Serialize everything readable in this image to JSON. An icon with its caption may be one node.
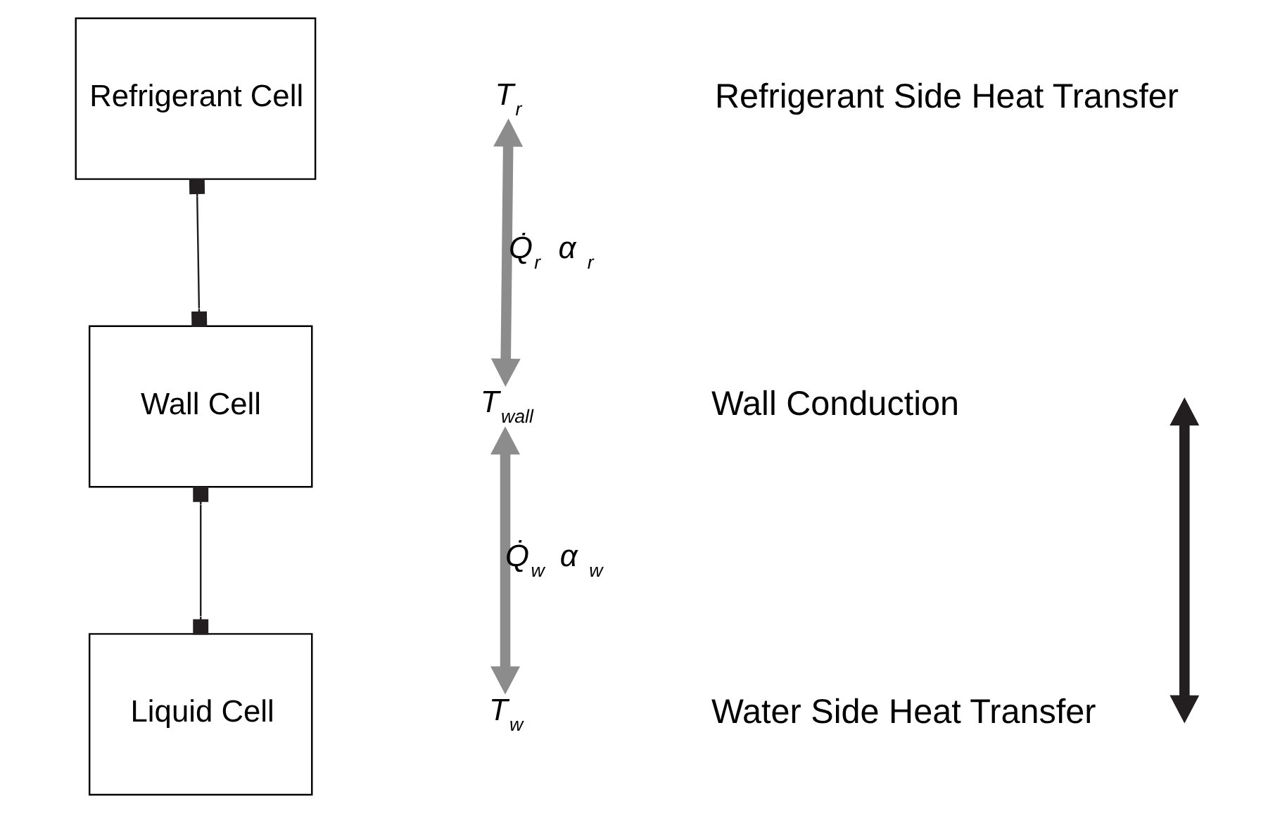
{
  "diagram": {
    "nodes": [
      {
        "text": [
          "Refrigerant Cell"
        ]
      },
      {
        "text": [
          "Wall Cell"
        ]
      },
      {
        "text": [
          "Liquid Cell"
        ]
      },
      {
        "text": [
          "T$_{r}$"
        ]
      },
      {
        "text": [
          "T$_{wall}$"
        ]
      },
      {
        "text": [
          "T$_{w}$"
        ]
      }
    ],
    "edges": [
      {
        "from": 0,
        "to": 1,
        "arrow": "other"
      },
      {
        "from": 1,
        "to": 2,
        "arrow": "other"
      },
      {
        "from": 3,
        "to": 4,
        "arrow": "both",
        "style": "thick",
        "color": "#8c8c8c",
        "label": "Q̇$_{r}$   α$_{r}$"
      },
      {
        "from": 4,
        "to": 5,
        "arrow": "both",
        "style": "thick",
        "color": "#8c8c8c",
        "label": "Q̇$_{w}$   α$_{w}$"
      }
    ],
    "labels": [
      "Refrigerant Side Heat Transfer",
      "Wall Conduction",
      "Water Side Heat Transfer"
    ]
  }
}
